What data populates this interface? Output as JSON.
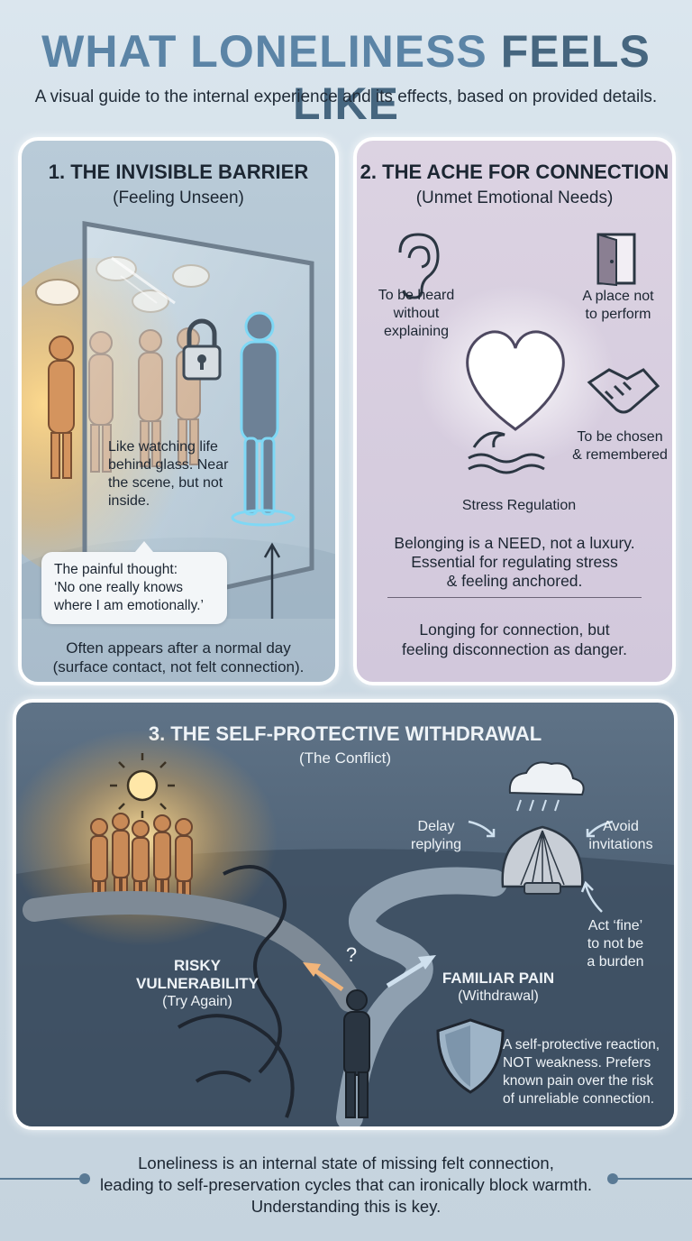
{
  "header": {
    "title_main": "WHAT LONELINESS ",
    "title_accent": "FEELS LIKE",
    "subtitle": "A visual guide to the internal experience and its effects, based on provided details."
  },
  "panel1": {
    "title": "1. THE INVISIBLE BARRIER",
    "subtitle": "(Feeling Unseen)",
    "glass_caption_1": "Like watching life",
    "glass_caption_2": "behind glass. Near",
    "glass_caption_3": "the scene, but not",
    "glass_caption_4": "inside.",
    "thought_1": "The painful thought:",
    "thought_2": "‘No one really knows",
    "thought_3": "where I am emotionally.’",
    "note_1": "Often appears after a normal day",
    "note_2": "(surface contact, not felt connection)."
  },
  "panel2": {
    "title": "2. THE ACHE FOR CONNECTION",
    "subtitle": "(Unmet Emotional Needs)",
    "need_heard_1": "To be heard",
    "need_heard_2": "without",
    "need_heard_3": "explaining",
    "need_place_1": "A place not",
    "need_place_2": "to perform",
    "need_chosen_1": "To be chosen",
    "need_chosen_2": "& remembered",
    "need_stress": "Stress Regulation",
    "belong_1": "Belonging is a NEED, not a luxury.",
    "belong_2": "Essential for regulating stress",
    "belong_3": "& feeling anchored.",
    "longing_1": "Longing for connection, but",
    "longing_2": "feeling disconnection as danger."
  },
  "panel3": {
    "title": "3. THE SELF-PROTECTIVE WITHDRAWAL",
    "subtitle": "(The Conflict)",
    "delay_1": "Delay",
    "delay_2": "replying",
    "avoid_1": "Avoid",
    "avoid_2": "invitations",
    "act_1": "Act ‘fine’",
    "act_2": "to not be",
    "act_3": "a burden",
    "question": "?",
    "risky_1": "RISKY",
    "risky_2": "VULNERABILITY",
    "risky_3": "(Try Again)",
    "familiar_1": "FAMILIAR PAIN",
    "familiar_2": "(Withdrawal)",
    "shield_1": "A self-protective reaction,",
    "shield_2": "NOT weakness. Prefers",
    "shield_3": "known pain over the risk",
    "shield_4": "of unreliable connection."
  },
  "footer": {
    "line_1": "Loneliness is an internal state of missing felt connection,",
    "line_2": "leading to self-preservation cycles that can ironically block warmth.",
    "line_3": "Understanding this is key."
  },
  "colors": {
    "title": "#5b84a6",
    "title_accent": "#46667f",
    "panel1_bg": "#b2c4d2",
    "panel2_bg": "#d8cfe0",
    "panel3_bg": "#4a5d71",
    "warm_glow": "#f4b04a",
    "glass_glow": "#7fd8f5"
  }
}
